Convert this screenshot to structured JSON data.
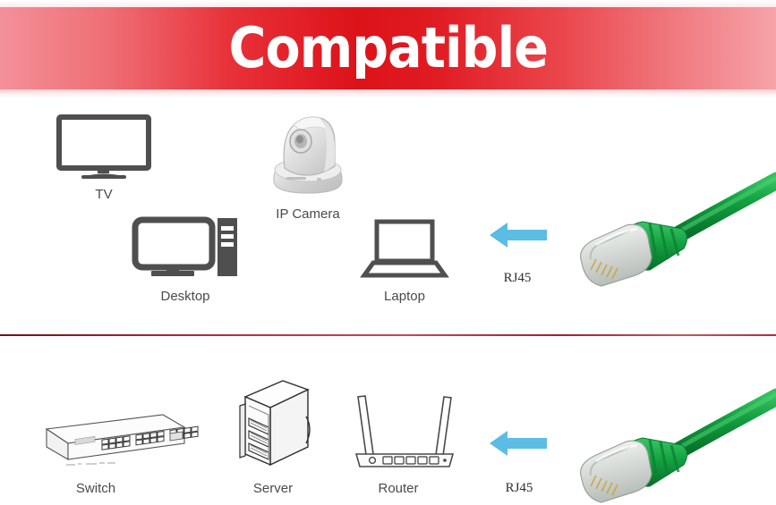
{
  "banner": {
    "title": "Compatible",
    "gradient_center_color": "#e01b22",
    "gradient_edge_color": "#f4909a",
    "text_color": "#ffffff"
  },
  "divider": {
    "color": "#9d2129"
  },
  "colors": {
    "icon_gray": "#4f4f4f",
    "label_gray": "#4a4a4a",
    "arrow_blue": "#5bbce4",
    "cable_green": "#169b3f",
    "connector_gray": "#c9cdc9",
    "line_art": "#3a3a3a"
  },
  "sections": [
    {
      "name": "endpoint-devices",
      "devices": [
        {
          "id": "tv",
          "label": "TV",
          "icon": "tv-icon"
        },
        {
          "id": "ip-camera",
          "label": "IP Camera",
          "icon": "ip-camera-icon"
        },
        {
          "id": "desktop",
          "label": "Desktop",
          "icon": "desktop-icon"
        },
        {
          "id": "laptop",
          "label": "Laptop",
          "icon": "laptop-icon"
        }
      ],
      "connector": {
        "label": "RJ45",
        "arrow": "arrow-left-icon",
        "cable": "rj45-cable-green"
      }
    },
    {
      "name": "network-devices",
      "devices": [
        {
          "id": "switch",
          "label": "Switch",
          "icon": "network-switch-icon"
        },
        {
          "id": "server",
          "label": "Server",
          "icon": "server-rack-icon"
        },
        {
          "id": "router",
          "label": "Router",
          "icon": "wifi-router-icon"
        }
      ],
      "connector": {
        "label": "RJ45",
        "arrow": "arrow-left-icon",
        "cable": "rj45-cable-green"
      }
    }
  ]
}
